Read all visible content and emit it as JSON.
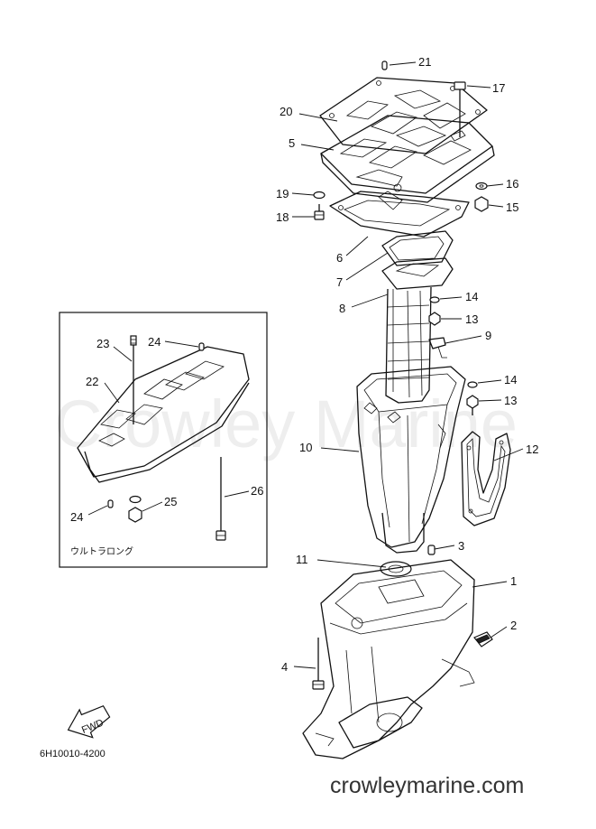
{
  "diagram": {
    "callouts": {
      "p1": "1",
      "p2": "2",
      "p3": "3",
      "p4": "4",
      "p5": "5",
      "p6": "6",
      "p7": "7",
      "p8": "8",
      "p9": "9",
      "p10": "10",
      "p11": "11",
      "p12": "12",
      "p13a": "13",
      "p13b": "13",
      "p14a": "14",
      "p14b": "14",
      "p15": "15",
      "p16": "16",
      "p17": "17",
      "p18": "18",
      "p19": "19",
      "p20": "20",
      "p21": "21",
      "p22": "22",
      "p23": "23",
      "p24a": "24",
      "p24b": "24",
      "p25": "25",
      "p26": "26"
    },
    "inset_caption": "ウルトラロング",
    "fwd_label": "FWD",
    "drawing_code": "6H10010-4200",
    "watermark": "Crowley Marine",
    "site": "crowleymarine.com"
  }
}
